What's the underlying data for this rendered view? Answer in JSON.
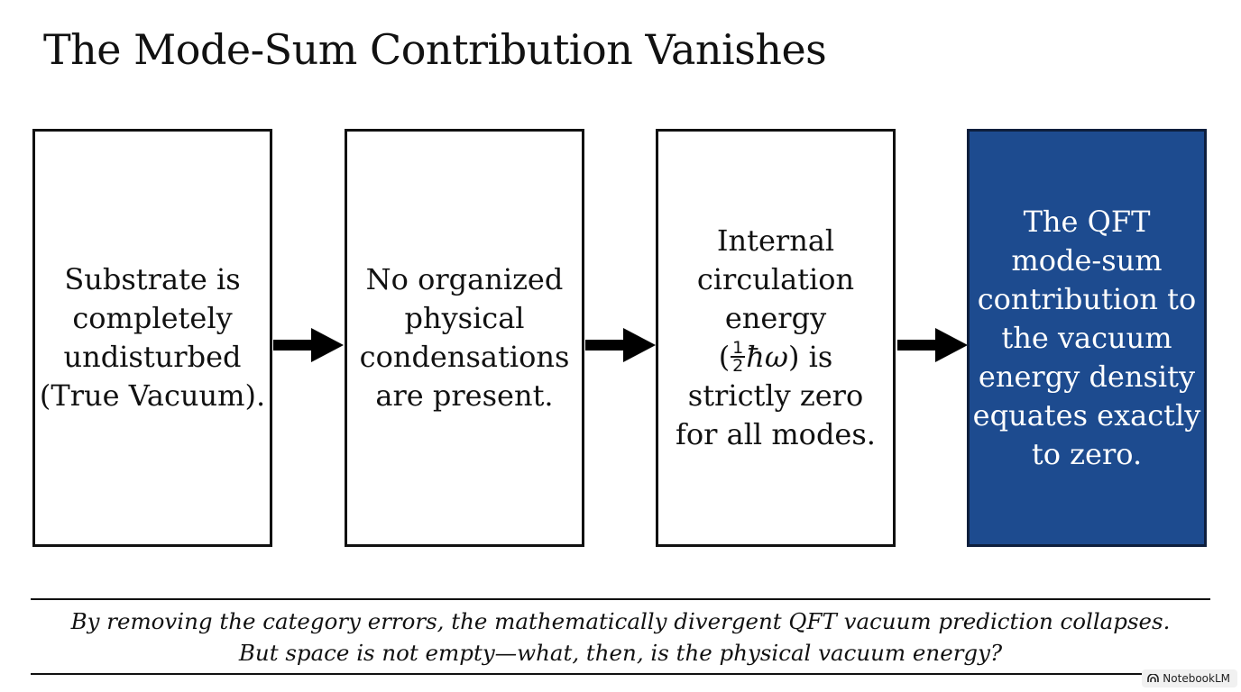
{
  "title": "The Mode-Sum Contribution Vanishes",
  "steps": [
    {
      "lines": [
        "Substrate is",
        "completely",
        "undisturbed",
        "(True Vacuum)."
      ]
    },
    {
      "lines": [
        "No organized",
        "physical",
        "condensations",
        "are present."
      ]
    },
    {
      "lines_before": [
        "Internal",
        "circulation",
        "energy"
      ],
      "formula": {
        "open": "(",
        "frac_num": "1",
        "frac_den": "2",
        "expr": "ħω",
        "close": ") is"
      },
      "lines_after": [
        "strictly zero",
        "for all modes."
      ]
    },
    {
      "lines": [
        "The QFT",
        "mode-sum",
        "contribution to",
        "the vacuum",
        "energy density",
        "equates exactly",
        "to zero."
      ]
    }
  ],
  "caption": {
    "line1": "By removing the category errors, the mathematically divergent QFT vacuum prediction collapses.",
    "line2": "But space is not empty—what, then, is the physical vacuum energy?"
  },
  "watermark": {
    "label": "NotebookLM",
    "icon": "notebooklm-logo-icon"
  },
  "colors": {
    "text": "#111111",
    "conclusion_box": "#1d4b8f",
    "conclusion_text": "#ffffff",
    "arrow": "#000000"
  }
}
